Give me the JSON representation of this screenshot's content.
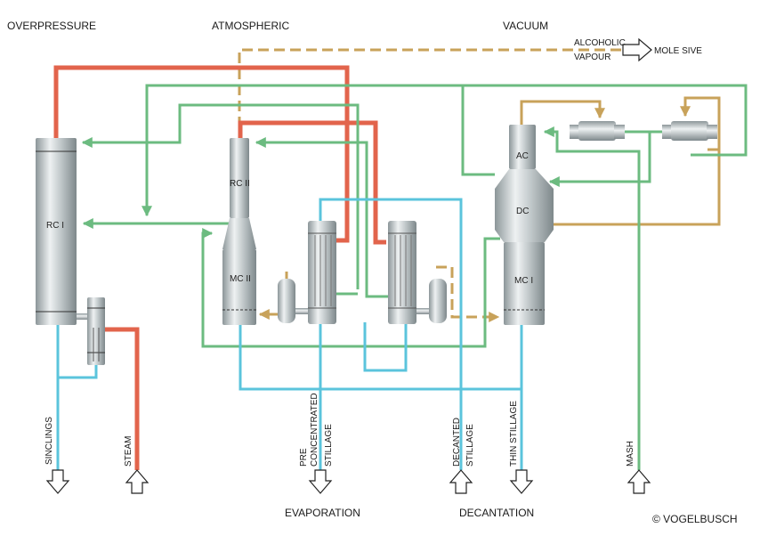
{
  "sections": {
    "overpressure": "OVERPRESSURE",
    "atmospheric": "ATMOSPHERIC",
    "vacuum": "VACUUM",
    "evaporation": "EVAPORATION",
    "decantation": "DECANTATION"
  },
  "alcoholic_vapour": [
    "ALCOHOLIC",
    "VAPOUR"
  ],
  "mole_sive": "MOLE SIVE",
  "copyright": "© VOGELBUSCH",
  "vessels": {
    "rc1": "RC I",
    "rc2": "RC II",
    "mc2": "MC II",
    "ac": "AC",
    "dc": "DC",
    "mc1": "MC I"
  },
  "streams": {
    "sinclings": "SINCLINGS",
    "steam": "STEAM",
    "pre_concentrated_stillage": [
      "PRE",
      "CONCENTRATED",
      "STILLAGE"
    ],
    "decanted_stillage": [
      "DECANTED",
      "STILLAGE"
    ],
    "thin_stillage": "THIN STILLAGE",
    "mash": "MASH"
  },
  "colors": {
    "steam_line": "#e2644c",
    "vapour_line": "#c8a25a",
    "green_line": "#6cbb80",
    "blue_line": "#5bc4dc",
    "vessel_light": "#e4e8ea",
    "vessel_dark": "#8a9497"
  }
}
